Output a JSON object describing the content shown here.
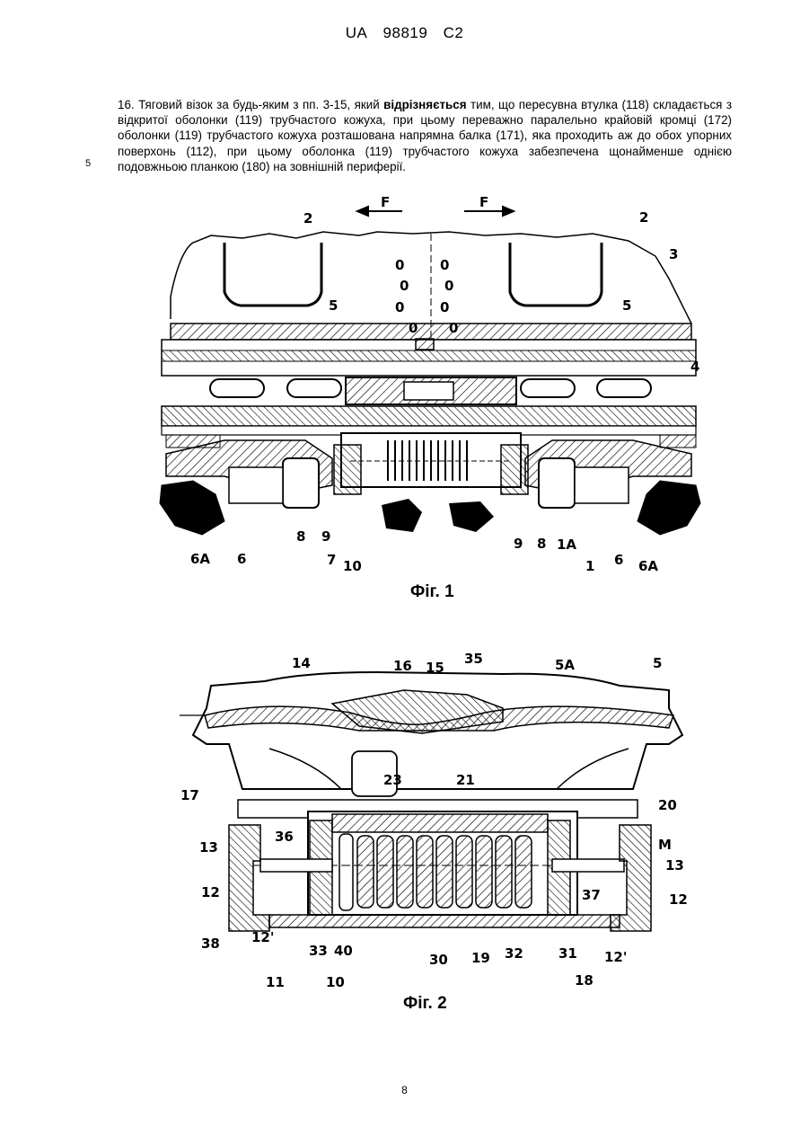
{
  "header": {
    "country": "UA",
    "number": "98819",
    "kind": "C2"
  },
  "claim": {
    "part1": "16. Тяговий візок за будь-яким з пп. 3-15, який ",
    "bold": "відрізняється",
    "part2": " тим, що пересувна втулка (118) складається з відкритої оболонки (119) трубчастого кожуха, при цьому переважно паралельно крайовій кромці (172) оболонки (119) трубчастого кожуха розташована напрямна балка (171), яка проходить аж до обох упорних поверхонь (112), при цьому оболонка (119) трубчастого кожуха забезпечена щонайменше однією подовжньою планкою (180) на зовнішній периферії."
  },
  "line_number": "5",
  "figure1": {
    "caption": "Фіг. 1",
    "labels": {
      "F_left": "F",
      "F_right": "F",
      "l2a": "2",
      "l2b": "2",
      "l3": "3",
      "l5a": "5",
      "l5b": "5",
      "l4": "4",
      "l6Aa": "6A",
      "l6a": "6",
      "l8a": "8",
      "l9a": "9",
      "l7": "7",
      "l10": "10",
      "l9b": "9",
      "l8b": "8",
      "l1A": "1A",
      "l1": "1",
      "l6b": "6",
      "l6Ab": "6A"
    }
  },
  "figure2": {
    "caption": "Фіг. 2",
    "labels": {
      "l14": "14",
      "l16": "16",
      "l15": "15",
      "l35": "35",
      "l5A": "5A",
      "l5": "5",
      "l17": "17",
      "l23": "23",
      "l21": "21",
      "l20": "20",
      "l13a": "13",
      "l36": "36",
      "lM": "M",
      "l13b": "13",
      "l12a": "12",
      "l37": "37",
      "l12b": "12",
      "l38": "38",
      "l12pa": "12'",
      "l33": "33",
      "l40": "40",
      "l30": "30",
      "l19": "19",
      "l32": "32",
      "l31": "31",
      "l12pb": "12'",
      "l11": "11",
      "l10": "10",
      "l18": "18"
    }
  },
  "page_number": "8"
}
